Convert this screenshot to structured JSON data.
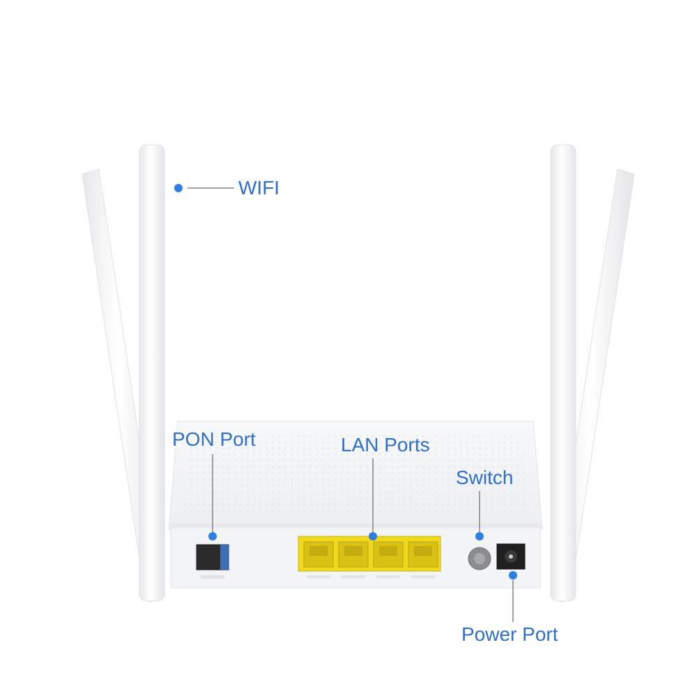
{
  "callouts": {
    "wifi": "WIFI",
    "pon_port": "PON Port",
    "lan_ports": "LAN Ports",
    "switch": "Switch",
    "power_port": "Power Port"
  },
  "colors": {
    "accent": "#2f7fe0",
    "label_text": "#2f6fc9",
    "router_body": "#f4f5f6",
    "lan_port_yellow": "#f0d81c",
    "pon_connector": "#2b2b2b"
  }
}
